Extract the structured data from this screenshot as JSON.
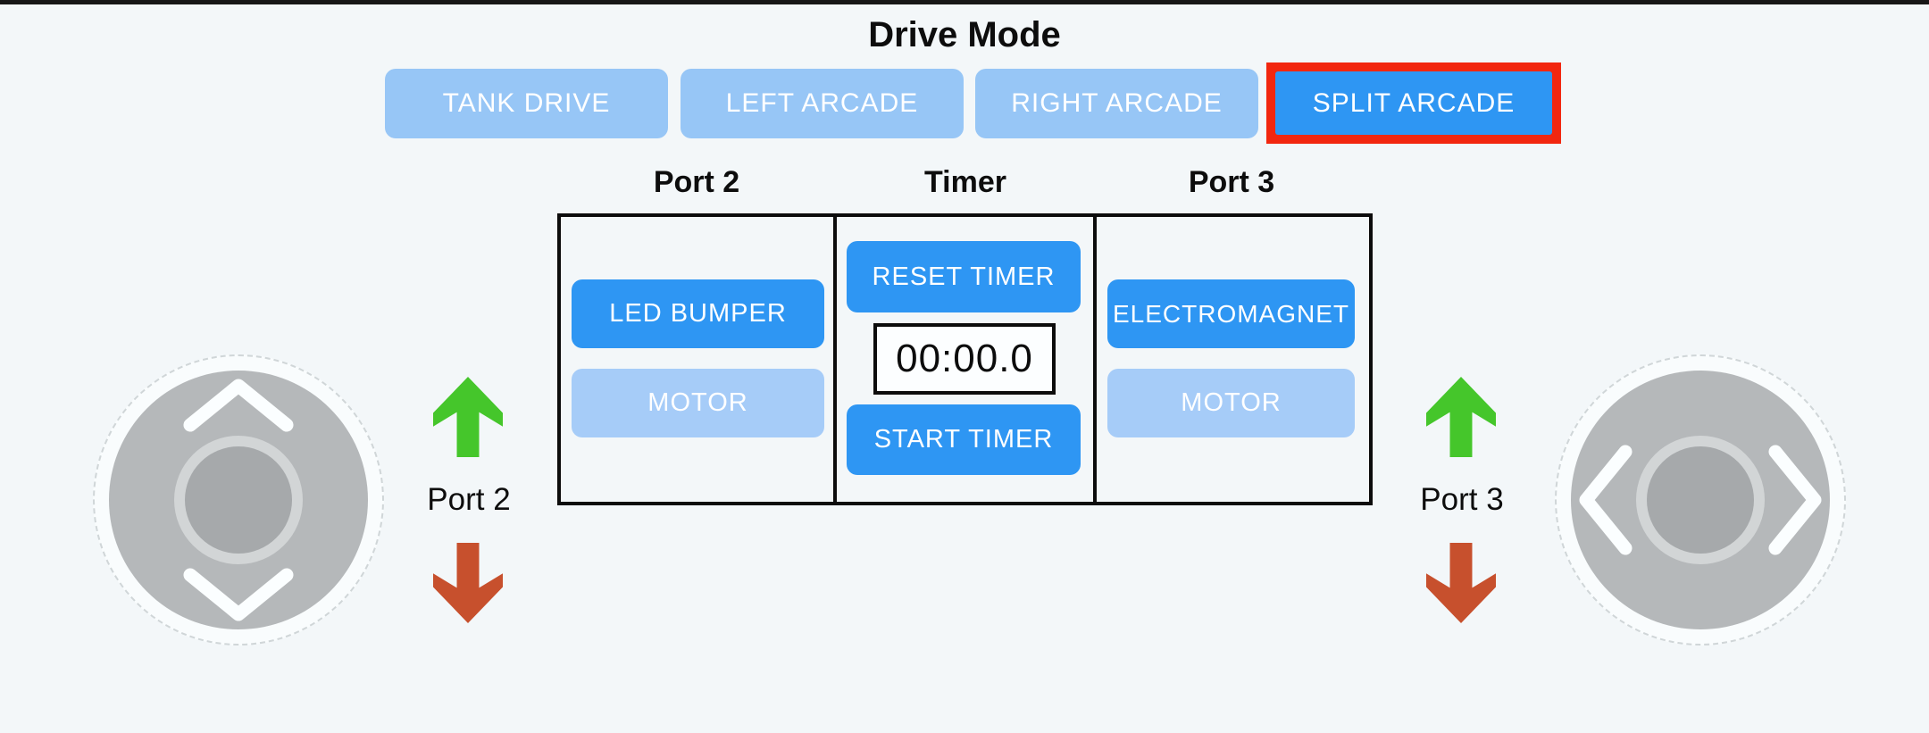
{
  "drive_mode": {
    "title": "Drive Mode",
    "buttons": [
      {
        "label": "TANK DRIVE",
        "selected": false
      },
      {
        "label": "LEFT ARCADE",
        "selected": false
      },
      {
        "label": "RIGHT ARCADE",
        "selected": false
      },
      {
        "label": "SPLIT ARCADE",
        "selected": true,
        "highlight": "red-outline"
      }
    ]
  },
  "control_table": {
    "headers": [
      "Port 2",
      "Timer",
      "Port 3"
    ],
    "port2_column": {
      "buttons": [
        {
          "label": "LED BUMPER",
          "state": "active"
        },
        {
          "label": "MOTOR",
          "state": "inactive"
        }
      ]
    },
    "timer_column": {
      "reset_button": "RESET TIMER",
      "display_value": "00:00.0",
      "start_button": "START TIMER"
    },
    "port3_column": {
      "buttons": [
        {
          "label": "ELECTROMAGNET",
          "state": "active"
        },
        {
          "label": "MOTOR",
          "state": "inactive"
        }
      ]
    }
  },
  "left_side": {
    "port_label": "Port 2",
    "joystick_axis": "vertical"
  },
  "right_side": {
    "port_label": "Port 3",
    "joystick_axis": "horizontal"
  },
  "colors": {
    "background": "#f3f7f9",
    "top_bar": "#171717",
    "active_button_blue": "#2e96f3",
    "inactive_button_blue": "#97c6f6",
    "motor_button_blue": "#a6ccf8",
    "highlight_red": "#f2270f",
    "arrow_green": "#45c62b",
    "arrow_red": "#c7502d",
    "joystick_gray": "#b5b8ba",
    "table_border": "#0c0c0c"
  }
}
